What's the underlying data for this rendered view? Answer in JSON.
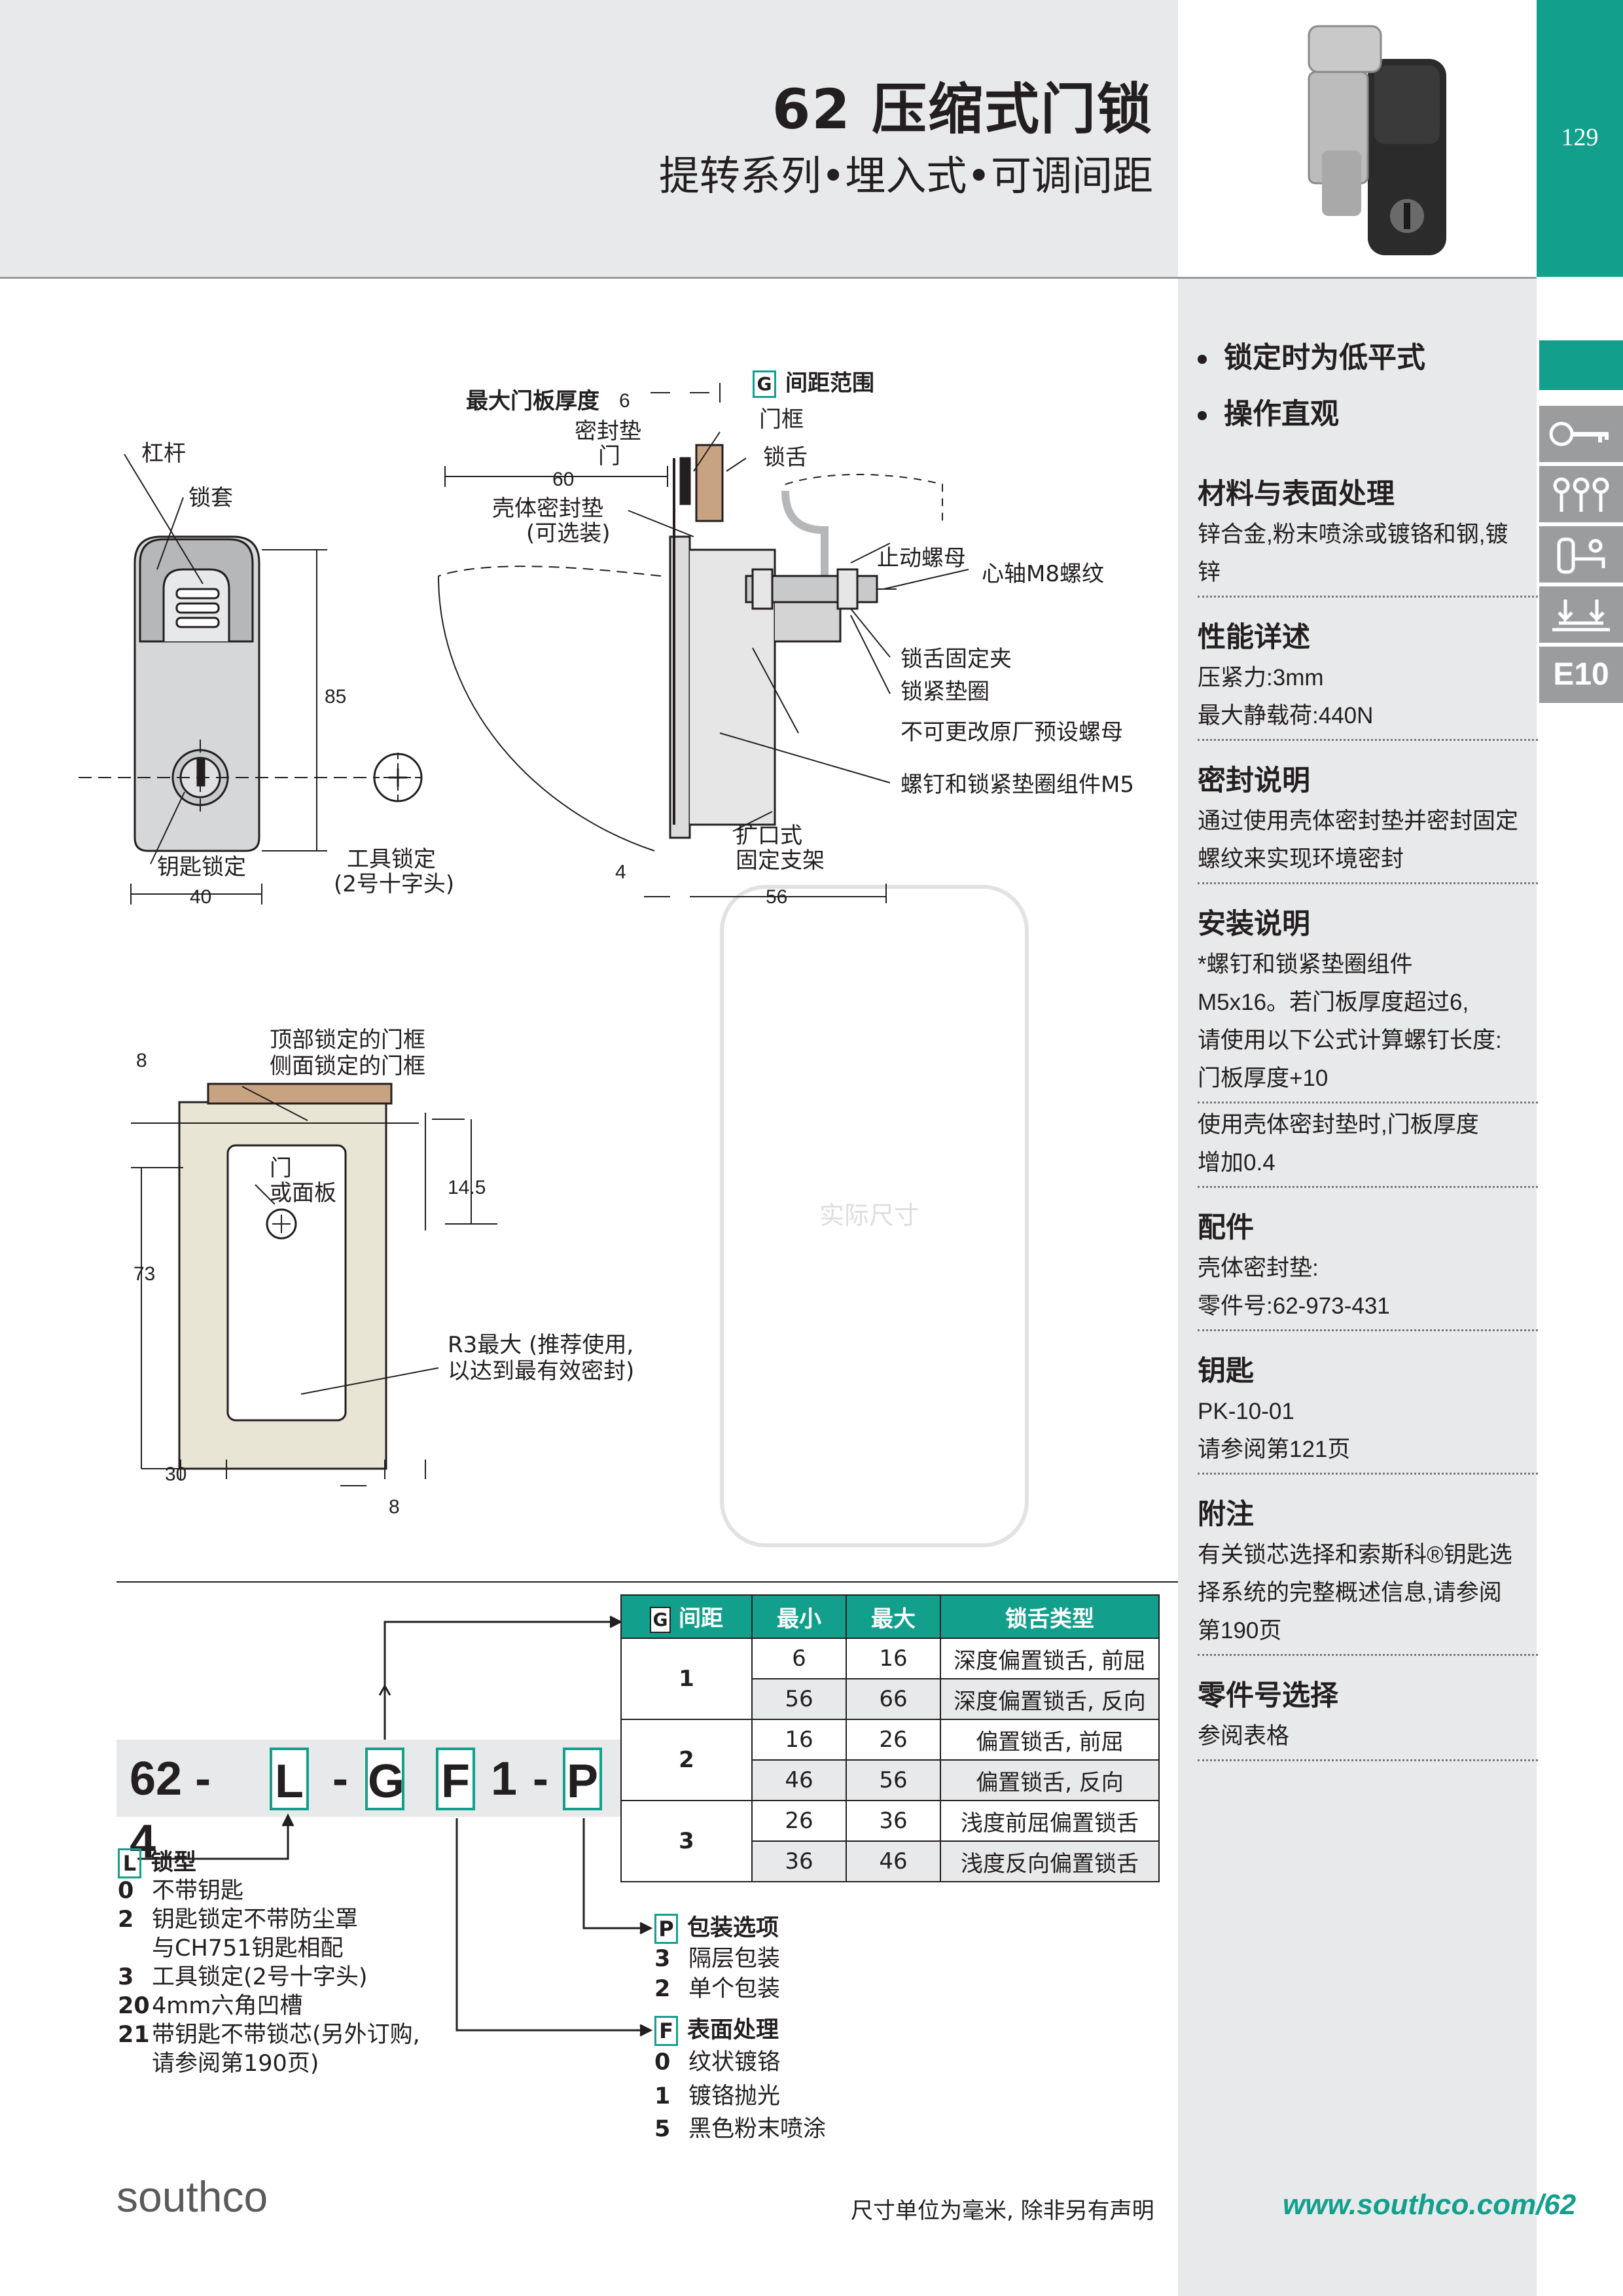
{
  "header": {
    "title": "62 压缩式门锁",
    "subtitle": "提转系列•埋入式•可调间距",
    "page_number": "129"
  },
  "features": [
    "锁定时为低平式",
    "操作直观"
  ],
  "sidebar": {
    "material_title": "材料与表面处理",
    "material_text": "锌合金,粉末喷涂或镀铬和钢,镀锌",
    "performance_title": "性能详述",
    "performance_lines": [
      "压紧力:3mm",
      "最大静载荷:440N"
    ],
    "seal_title": "密封说明",
    "seal_text": "通过使用壳体密封垫并密封固定螺纹来实现环境密封",
    "install_title": "安装说明",
    "install_lines": [
      "*螺钉和锁紧垫圈组件",
      "M5x16。若门板厚度超过6,",
      "请使用以下公式计算螺钉长度:",
      "门板厚度+10"
    ],
    "install_note": [
      "使用壳体密封垫时,门板厚度",
      "增加0.4"
    ],
    "accessory_title": "配件",
    "accessory_lines": [
      "壳体密封垫:",
      "零件号:62-973-431"
    ],
    "key_title": "钥匙",
    "key_lines": [
      "PK-10-01",
      "请参阅第121页"
    ],
    "note_title": "附注",
    "note_lines": [
      "有关锁芯选择和索斯科®钥匙选",
      "择系统的完整概述信息,请参阅",
      "第190页"
    ],
    "partnum_title": "零件号选择",
    "partnum_text": "参阅表格",
    "icon_tab_label": "E10"
  },
  "drawing": {
    "lever": "杠杆",
    "sleeve": "锁套",
    "key_lock": "钥匙锁定",
    "tool_lock": "工具锁定",
    "tool_lock_sub": "(2号十字头)",
    "dim_85": "85",
    "dim_40": "40",
    "max_door": "最大门板厚度",
    "dim_6": "6",
    "gap_range": "间距范围",
    "gasket": "密封垫",
    "door": "门",
    "frame": "门框",
    "tongue": "锁舌",
    "dim_60": "60",
    "housing_gasket": "壳体密封垫",
    "optional": "(可选装)",
    "stop_nut": "止动螺母",
    "shaft": "心轴M8螺纹",
    "clip": "锁舌固定夹",
    "washer": "锁紧垫圈",
    "factory_nut": "不可更改原厂预设螺母",
    "screw_assembly": "螺钉和锁紧垫圈组件M5",
    "flare": "扩口式",
    "bracket": "固定支架",
    "dim_4": "4",
    "dim_56": "56",
    "dim_8a": "8",
    "top_frame": "顶部锁定的门框",
    "side_frame": "侧面锁定的门框",
    "door2": "门",
    "panel": "或面板",
    "dim_14_5": "14.5",
    "dim_73": "73",
    "r3": "R3最大 (推荐使用,",
    "r3b": "以达到最有效密封)",
    "dim_30": "30",
    "dim_8b": "8",
    "actual_size": "实际尺寸"
  },
  "part_number": {
    "prefix": "62 - 4",
    "l": "L",
    "dash1": "-",
    "g": "G",
    "f": "F",
    "one": "1",
    "dash2": "-",
    "p": "P"
  },
  "lock_type": {
    "title": "锁型",
    "tag": "L",
    "options": [
      {
        "code": "0",
        "text": "不带钥匙"
      },
      {
        "code": "2",
        "text": "钥匙锁定不带防尘罩"
      },
      {
        "code": "",
        "text": "与CH751钥匙相配"
      },
      {
        "code": "3",
        "text": "工具锁定(2号十字头)"
      },
      {
        "code": "20",
        "text": "4mm六角凹槽"
      },
      {
        "code": "21",
        "text": "带钥匙不带锁芯(另外订购,"
      },
      {
        "code": "",
        "text": "请参阅第190页)"
      }
    ]
  },
  "packaging": {
    "title": "包装选项",
    "tag": "P",
    "options": [
      {
        "code": "3",
        "text": "隔层包装"
      },
      {
        "code": "2",
        "text": "单个包装"
      }
    ]
  },
  "finish": {
    "title": "表面处理",
    "tag": "F",
    "options": [
      {
        "code": "0",
        "text": "纹状镀铬"
      },
      {
        "code": "1",
        "text": "镀铬抛光"
      },
      {
        "code": "5",
        "text": "黑色粉末喷涂"
      }
    ]
  },
  "table": {
    "tag": "G",
    "headers": [
      "间距",
      "最小",
      "最大",
      "锁舌类型"
    ],
    "rows": [
      {
        "group": "1",
        "min": "6",
        "max": "16",
        "type": "深度偏置锁舌, 前屈"
      },
      {
        "group": "",
        "min": "56",
        "max": "66",
        "type": "深度偏置锁舌, 反向"
      },
      {
        "group": "2",
        "min": "16",
        "max": "26",
        "type": "偏置锁舌, 前屈"
      },
      {
        "group": "",
        "min": "46",
        "max": "56",
        "type": "偏置锁舌, 反向"
      },
      {
        "group": "3",
        "min": "26",
        "max": "36",
        "type": "浅度前屈偏置锁舌"
      },
      {
        "group": "",
        "min": "36",
        "max": "46",
        "type": "浅度反向偏置锁舌"
      }
    ]
  },
  "footer": {
    "logo": "southco",
    "note": "尺寸单位为毫米, 除非另有声明",
    "website": "www.southco.com/62"
  },
  "colors": {
    "accent": "#12a08d",
    "panel": "#e8e9ea",
    "icon": "#9b9c9e"
  }
}
